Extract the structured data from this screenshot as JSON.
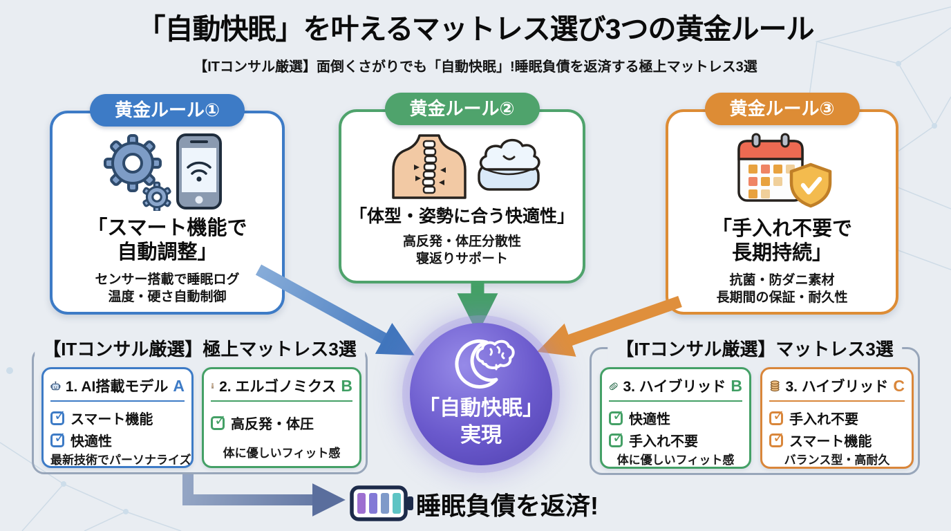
{
  "header": {
    "title": "「自動快眠」を叶えるマットレス選び3つの黄金ルール",
    "subtitle": "【ITコンサル厳選】面倒くさがりでも「自動快眠」!睡眠負債を返済する極上マットレス3選"
  },
  "rules": [
    {
      "badge": "黄金ルール①",
      "heading": "「スマート機能で\n自動調整」",
      "body": "センサー搭載で睡眠ログ\n温度・硬さ自動制御",
      "accent": "#3d7bc6",
      "icons": [
        "gear-icon",
        "smartphone-wifi-icon"
      ]
    },
    {
      "badge": "黄金ルール②",
      "heading": "「体型・姿勢に合う快適性」",
      "body": "高反発・体圧分散性\n寝返りサポート",
      "accent": "#4fa36c",
      "icons": [
        "spine-posture-icon",
        "mattress-cloud-icon"
      ]
    },
    {
      "badge": "黄金ルール③",
      "heading": "「手入れ不要で\n長期持続」",
      "body": "抗菌・防ダニ素材\n長期間の保証・耐久性",
      "accent": "#dd8c35",
      "icons": [
        "calendar-icon",
        "shield-check-icon"
      ]
    }
  ],
  "center": {
    "heading": "「自動快眠」\n実現",
    "icon": "moon-brain-icon",
    "color": "#6a59cc"
  },
  "groups": {
    "left": {
      "title": "【ITコンサル厳選】極上マットレス3選",
      "cards": [
        {
          "icon": "robot-icon",
          "title": "1. AI搭載モデル",
          "grade": "A",
          "accent": "#3d7bc6",
          "checks": [
            "スマート機能",
            "快適性"
          ],
          "note": "最新技術でパーソナライズ"
        },
        {
          "icon": "person-icon",
          "title": "2. エルゴノミクス",
          "grade": "B",
          "accent": "#3f9e63",
          "checks": [
            "高反発・体圧"
          ],
          "note": "体に優しいフィット感"
        }
      ]
    },
    "right": {
      "title": "【ITコンサル厳選】マットレス3選",
      "cards": [
        {
          "icon": "mattress-roll-icon",
          "title": "3. ハイブリッド",
          "grade": "B",
          "accent": "#3f9e63",
          "checks": [
            "快適性",
            "手入れ不要"
          ],
          "note": "体に優しいフィット感"
        },
        {
          "icon": "spring-coil-icon",
          "title": "3. ハイブリッド",
          "grade": "C",
          "accent": "#d9863a",
          "checks": [
            "手入れ不要",
            "スマート機能"
          ],
          "note": "バランス型・高耐久"
        }
      ]
    }
  },
  "footer": {
    "label": "睡眠負債を返済!",
    "icon": "battery-icon",
    "battery_bar_colors": [
      "#9d6fd0",
      "#8379d6",
      "#7f9ac9",
      "#5ec4c4"
    ]
  },
  "icons": {
    "check": "✓"
  }
}
